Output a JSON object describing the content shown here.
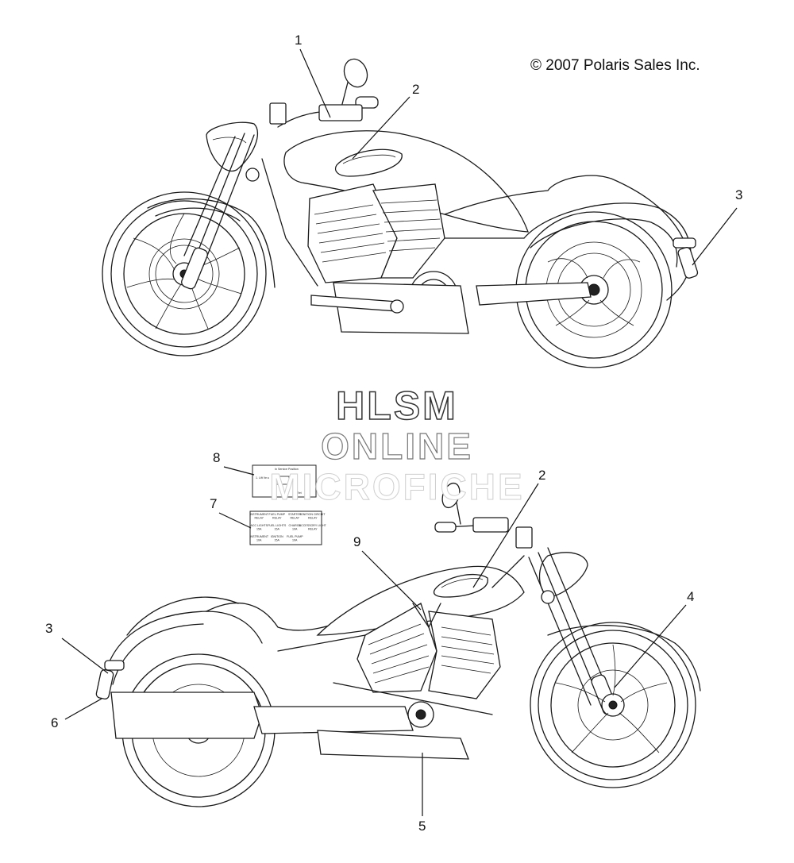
{
  "copyright": "© 2007 Polaris Sales Inc.",
  "watermark": {
    "line1": "HLSM",
    "line2": "ONLINE",
    "line3": "MICROFICHE"
  },
  "callouts": {
    "top": {
      "c1": "1",
      "c2": "2",
      "c3": "3"
    },
    "bottom": {
      "c2": "2",
      "c3": "3",
      "c4": "4",
      "c5": "5",
      "c6": "6",
      "c7": "7",
      "c8": "8",
      "c9": "9"
    }
  },
  "label8": {
    "header": "In Service Position",
    "line1": "1. Lift Ve.s",
    "line2": "2. Ret"
  },
  "label7": {
    "cells": [
      [
        "INSTRUMENT RELAY",
        "FUEL PUMP RELAY",
        "STARTER RELAY",
        "IGNITION CIRCUIT RELAY"
      ],
      [
        "ACC LIGHTS 15A",
        "FUEL LIGHTS 15A",
        "CHARGE 10A",
        "ACCESSORY LIGHT RELAY"
      ],
      [
        "INSTRUMENT 10A",
        "IGNITION 15A",
        "FUEL PUMP 10A",
        ""
      ]
    ]
  }
}
